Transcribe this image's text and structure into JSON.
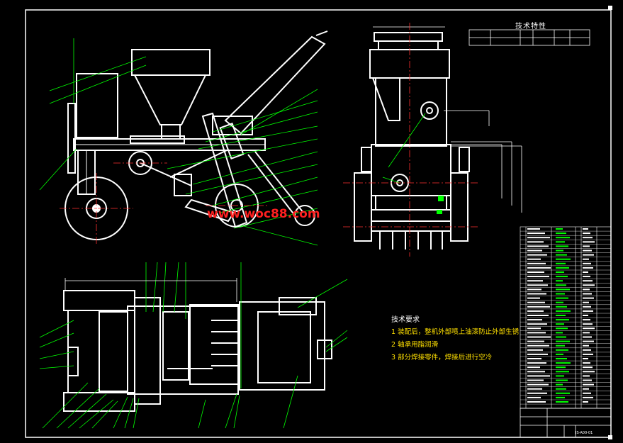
{
  "spec_table": {
    "title": "技术特性",
    "header": [
      "",
      "",
      "",
      ""
    ],
    "row1": [
      "",
      "",
      "",
      ""
    ],
    "row2": [
      "",
      "",
      "",
      ""
    ]
  },
  "watermark": "www.woc88.com",
  "requirements": {
    "title": "技术要求",
    "items": [
      "1 装配后，整机外部喷上油漆防止外部生锈",
      "2 轴承用脂润滑",
      "3 部分焊接零件，焊接后进行空冷"
    ]
  },
  "title_block": {
    "name": "",
    "drawing": "",
    "code": "JS-A00-01"
  },
  "colors": {
    "background": "#000000",
    "outline": "#ffffff",
    "leader": "#00ff00",
    "text_note": "#ffe000",
    "watermark": "#ff2020",
    "centerline": "#ff3030"
  }
}
